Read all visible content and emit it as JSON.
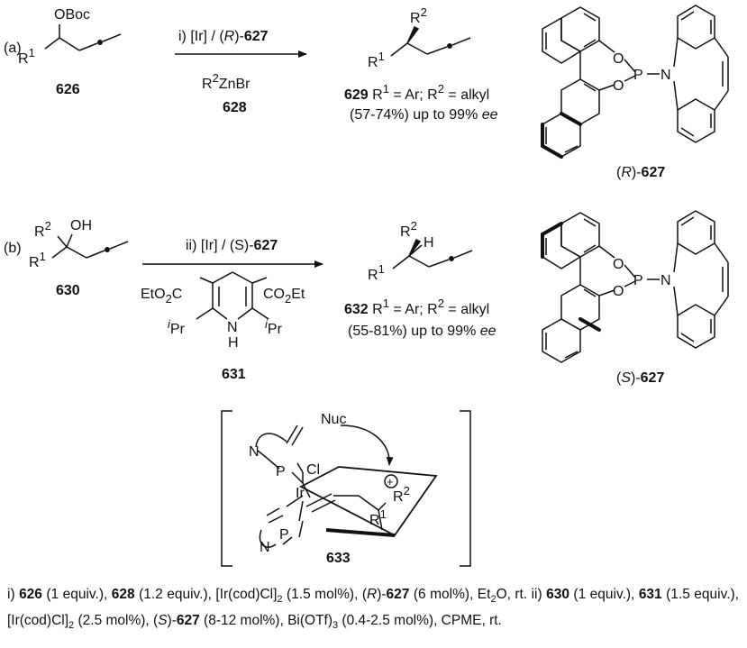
{
  "part_a": {
    "label": "(a)",
    "substrate": {
      "leaving_group": "OBoc",
      "r1": "R",
      "r1_sup": "1",
      "number": "626"
    },
    "arrow": {
      "above_pre": "i) [Ir] / (",
      "above_r": "R",
      "above_post": ")-",
      "above_cmpd": "627",
      "reagent_r": "R",
      "reagent_sup": "2",
      "reagent_rest": "ZnBr",
      "reagent_number": "628"
    },
    "product": {
      "r1": "R",
      "r1_sup": "1",
      "r2": "R",
      "r2_sup": "2",
      "number": "629",
      "desc_r1": " R",
      "desc_sup1": "1",
      "desc_mid": " = Ar; R",
      "desc_sup2": "2",
      "desc_end": " = alkyl",
      "yield": "(57-74%) up to 99% ",
      "ee": "ee"
    },
    "ligand": {
      "o": "O",
      "p": "P",
      "n": "N",
      "open": "(",
      "config": "R",
      "close": ")-",
      "number": "627"
    }
  },
  "part_b": {
    "label": "(b)",
    "substrate": {
      "r2": "R",
      "r2_sup": "2",
      "oh": "OH",
      "r1": "R",
      "r1_sup": "1",
      "number": "630"
    },
    "arrow": {
      "above_pre": "ii) [Ir] / (S)-",
      "above_cmpd": "627"
    },
    "hantzsch": {
      "left_ester": "EtO",
      "left_ester_sub": "2",
      "left_ester_end": "C",
      "right_ester": "CO",
      "right_ester_sub": "2",
      "right_ester_end": "Et",
      "ipr_sup": "i",
      "ipr": "Pr",
      "nh_n": "N",
      "nh_h": "H",
      "number": "631"
    },
    "product": {
      "r2": "R",
      "r2_sup": "2",
      "h": "H",
      "r1": "R",
      "r1_sup": "1",
      "number": "632",
      "desc_r1": " R",
      "desc_sup1": "1",
      "desc_mid": " = Ar; R",
      "desc_sup2": "2",
      "desc_end": " = alkyl",
      "yield": "(55-81%) up to 99% ",
      "ee": "ee"
    },
    "ligand": {
      "o": "O",
      "p": "P",
      "n": "N",
      "open": "(",
      "config": "S",
      "close": ")-",
      "number": "627"
    }
  },
  "intermediate": {
    "nuc": "Nuc",
    "cl": "Cl",
    "ir": "Ir",
    "n": "N",
    "p": "P",
    "plus": "+",
    "r2": "R",
    "r2_sup": "2",
    "r1": "R",
    "r1_sup": "1",
    "number": "633"
  },
  "conditions": {
    "c01": "i) ",
    "c02": "626",
    "c03": " (1 equiv.), ",
    "c04": "628",
    "c05": " (1.2 equiv.), [Ir(cod)Cl]",
    "c06": "2",
    "c07": " (1.5 mol%), (",
    "c08": "R",
    "c09": ")-",
    "c10": "627",
    "c11": " (6 mol%), Et",
    "c12": "2",
    "c13": "O, rt. ii) ",
    "c14": "630",
    "c15": " (1 equiv.), ",
    "c16": "631",
    "c17": " (1.5 equiv.), [Ir(cod)Cl]",
    "c18": "2",
    "c19": " (2.5 mol%), (",
    "c20": "S",
    "c21": ")-",
    "c22": "627",
    "c23": " (8-12 mol%), Bi(OTf)",
    "c24": "3",
    "c25": " (0.4-2.5 mol%), CPME, rt."
  }
}
